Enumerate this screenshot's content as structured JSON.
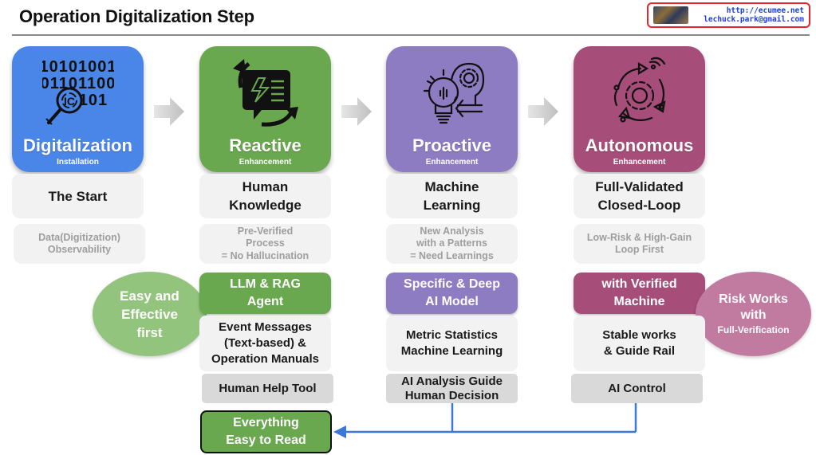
{
  "header": {
    "title": "Operation Digitalization Step",
    "contact": {
      "url": "http://ecumee.net",
      "email": "lechuck.park@gmail.com"
    }
  },
  "colors": {
    "digitalization": "#4a86e8",
    "reactive": "#6aa84f",
    "proactive": "#8e7cc3",
    "autonomous": "#a64d79",
    "connector": "#3c78d8",
    "contact_border": "#e8242c"
  },
  "steps": [
    {
      "title": "Digitalization",
      "subtitle": "Installation",
      "icon": "binary-magnifier-icon",
      "stage": "The Start",
      "desc": [
        "Data(Digitization)",
        "Observability"
      ]
    },
    {
      "title": "Reactive",
      "subtitle": "Enhancement",
      "icon": "chat-lightning-cycle-icon",
      "stage": [
        "Human",
        "Knowledge"
      ],
      "desc": [
        "Pre-Verified",
        "Process",
        "= No Hallucination"
      ],
      "tool": [
        "LLM & RAG",
        "Agent"
      ],
      "detail": [
        "Event Messages",
        "(Text-based) &",
        "Operation Manuals"
      ],
      "role": "Human Help Tool"
    },
    {
      "title": "Proactive",
      "subtitle": "Enhancement",
      "icon": "lightbulb-head-gear-icon",
      "stage": [
        "Machine",
        "Learning"
      ],
      "desc": [
        "New Analysis",
        "with a Patterns",
        "= Need Learnings"
      ],
      "tool": [
        "Specific & Deep",
        "AI Model"
      ],
      "detail": [
        "Metric Statistics",
        "Machine Learning"
      ],
      "role": [
        "AI Analysis Guide",
        "Human Decision"
      ]
    },
    {
      "title": "Autonomous",
      "subtitle": "Enhancement",
      "icon": "gear-cycle-wireless-icon",
      "stage": [
        "Full-Validated",
        "Closed-Loop"
      ],
      "desc": [
        "Low-Risk & High-Gain",
        "Loop First"
      ],
      "tool": [
        "with Verified",
        "Machine"
      ],
      "detail": [
        "Stable works",
        "& Guide Rail"
      ],
      "role": "AI Control"
    }
  ],
  "bubbles": {
    "left": [
      "Easy and",
      "Effective",
      "first"
    ],
    "right": [
      "Risk Works",
      "with",
      "Full-Verification"
    ]
  },
  "final": [
    "Everything",
    "Easy to Read"
  ]
}
